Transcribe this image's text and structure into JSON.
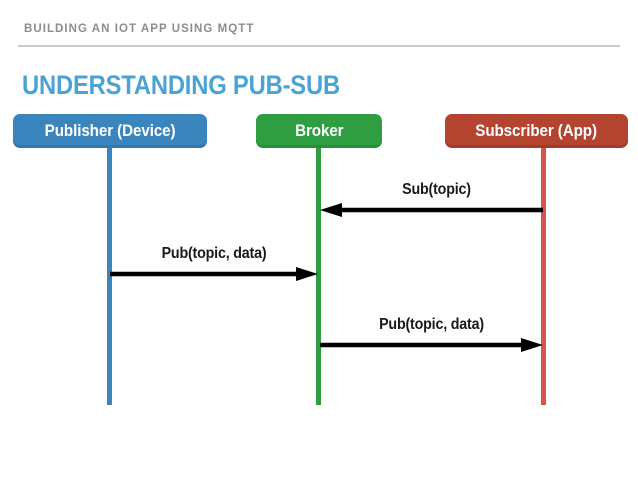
{
  "slide": {
    "kicker": "BUILDING AN IOT APP USING MQTT",
    "title": "UNDERSTANDING PUB-SUB"
  },
  "colors": {
    "kicker_text": "#8d8d8d",
    "rule": "#cccccc",
    "title_text": "#4ba3d3",
    "publisher": "#3b85bf",
    "broker": "#2e9e41",
    "subscriber": "#b44330",
    "subscriber_lifeline": "#d9534f",
    "arrow": "#000000",
    "background": "#ffffff"
  },
  "diagram": {
    "type": "sequence-diagram",
    "actors": [
      {
        "id": "publisher",
        "label": "Publisher (Device)",
        "color": "#3b85bf"
      },
      {
        "id": "broker",
        "label": "Broker",
        "color": "#2e9e41"
      },
      {
        "id": "subscriber",
        "label": "Subscriber (App)",
        "color": "#b44330"
      }
    ],
    "messages": [
      {
        "id": "sub",
        "label": "Sub(topic)",
        "from": "subscriber",
        "to": "broker",
        "direction": "left",
        "order": 1
      },
      {
        "id": "pub1",
        "label": "Pub(topic, data)",
        "from": "publisher",
        "to": "broker",
        "direction": "right",
        "order": 2
      },
      {
        "id": "pub2",
        "label": "Pub(topic, data)",
        "from": "broker",
        "to": "subscriber",
        "direction": "right",
        "order": 3
      }
    ]
  }
}
